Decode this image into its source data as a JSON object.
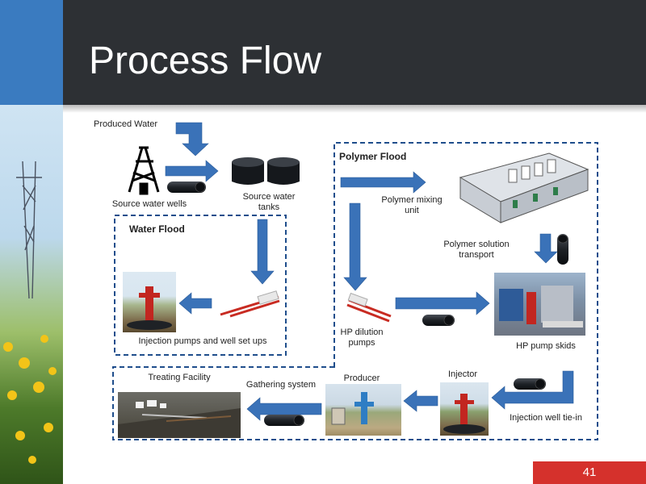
{
  "slide": {
    "title": "Process Flow",
    "number": "41"
  },
  "labels": {
    "produced_water": "Produced Water",
    "source_water_wells": "Source water wells",
    "source_water_tanks": "Source water tanks",
    "water_flood": "Water Flood",
    "injection_pumps": "Injection pumps and well set ups",
    "polymer_flood": "Polymer Flood",
    "polymer_mixing_unit": "Polymer mixing unit",
    "polymer_solution_transport": "Polymer solution transport",
    "hp_dilution_pumps": "HP dilution pumps",
    "hp_pump_skids": "HP pump skids",
    "treating_facility": "Treating Facility",
    "gathering_system": "Gathering system",
    "producer": "Producer",
    "injector": "Injector",
    "injection_well_tie_in": "Injection well tie-in"
  },
  "colors": {
    "arrow_blue": "#3a72b8",
    "dashed_border": "#1f4e8c",
    "header": "#2d3034",
    "accent_red": "#d5312c"
  }
}
